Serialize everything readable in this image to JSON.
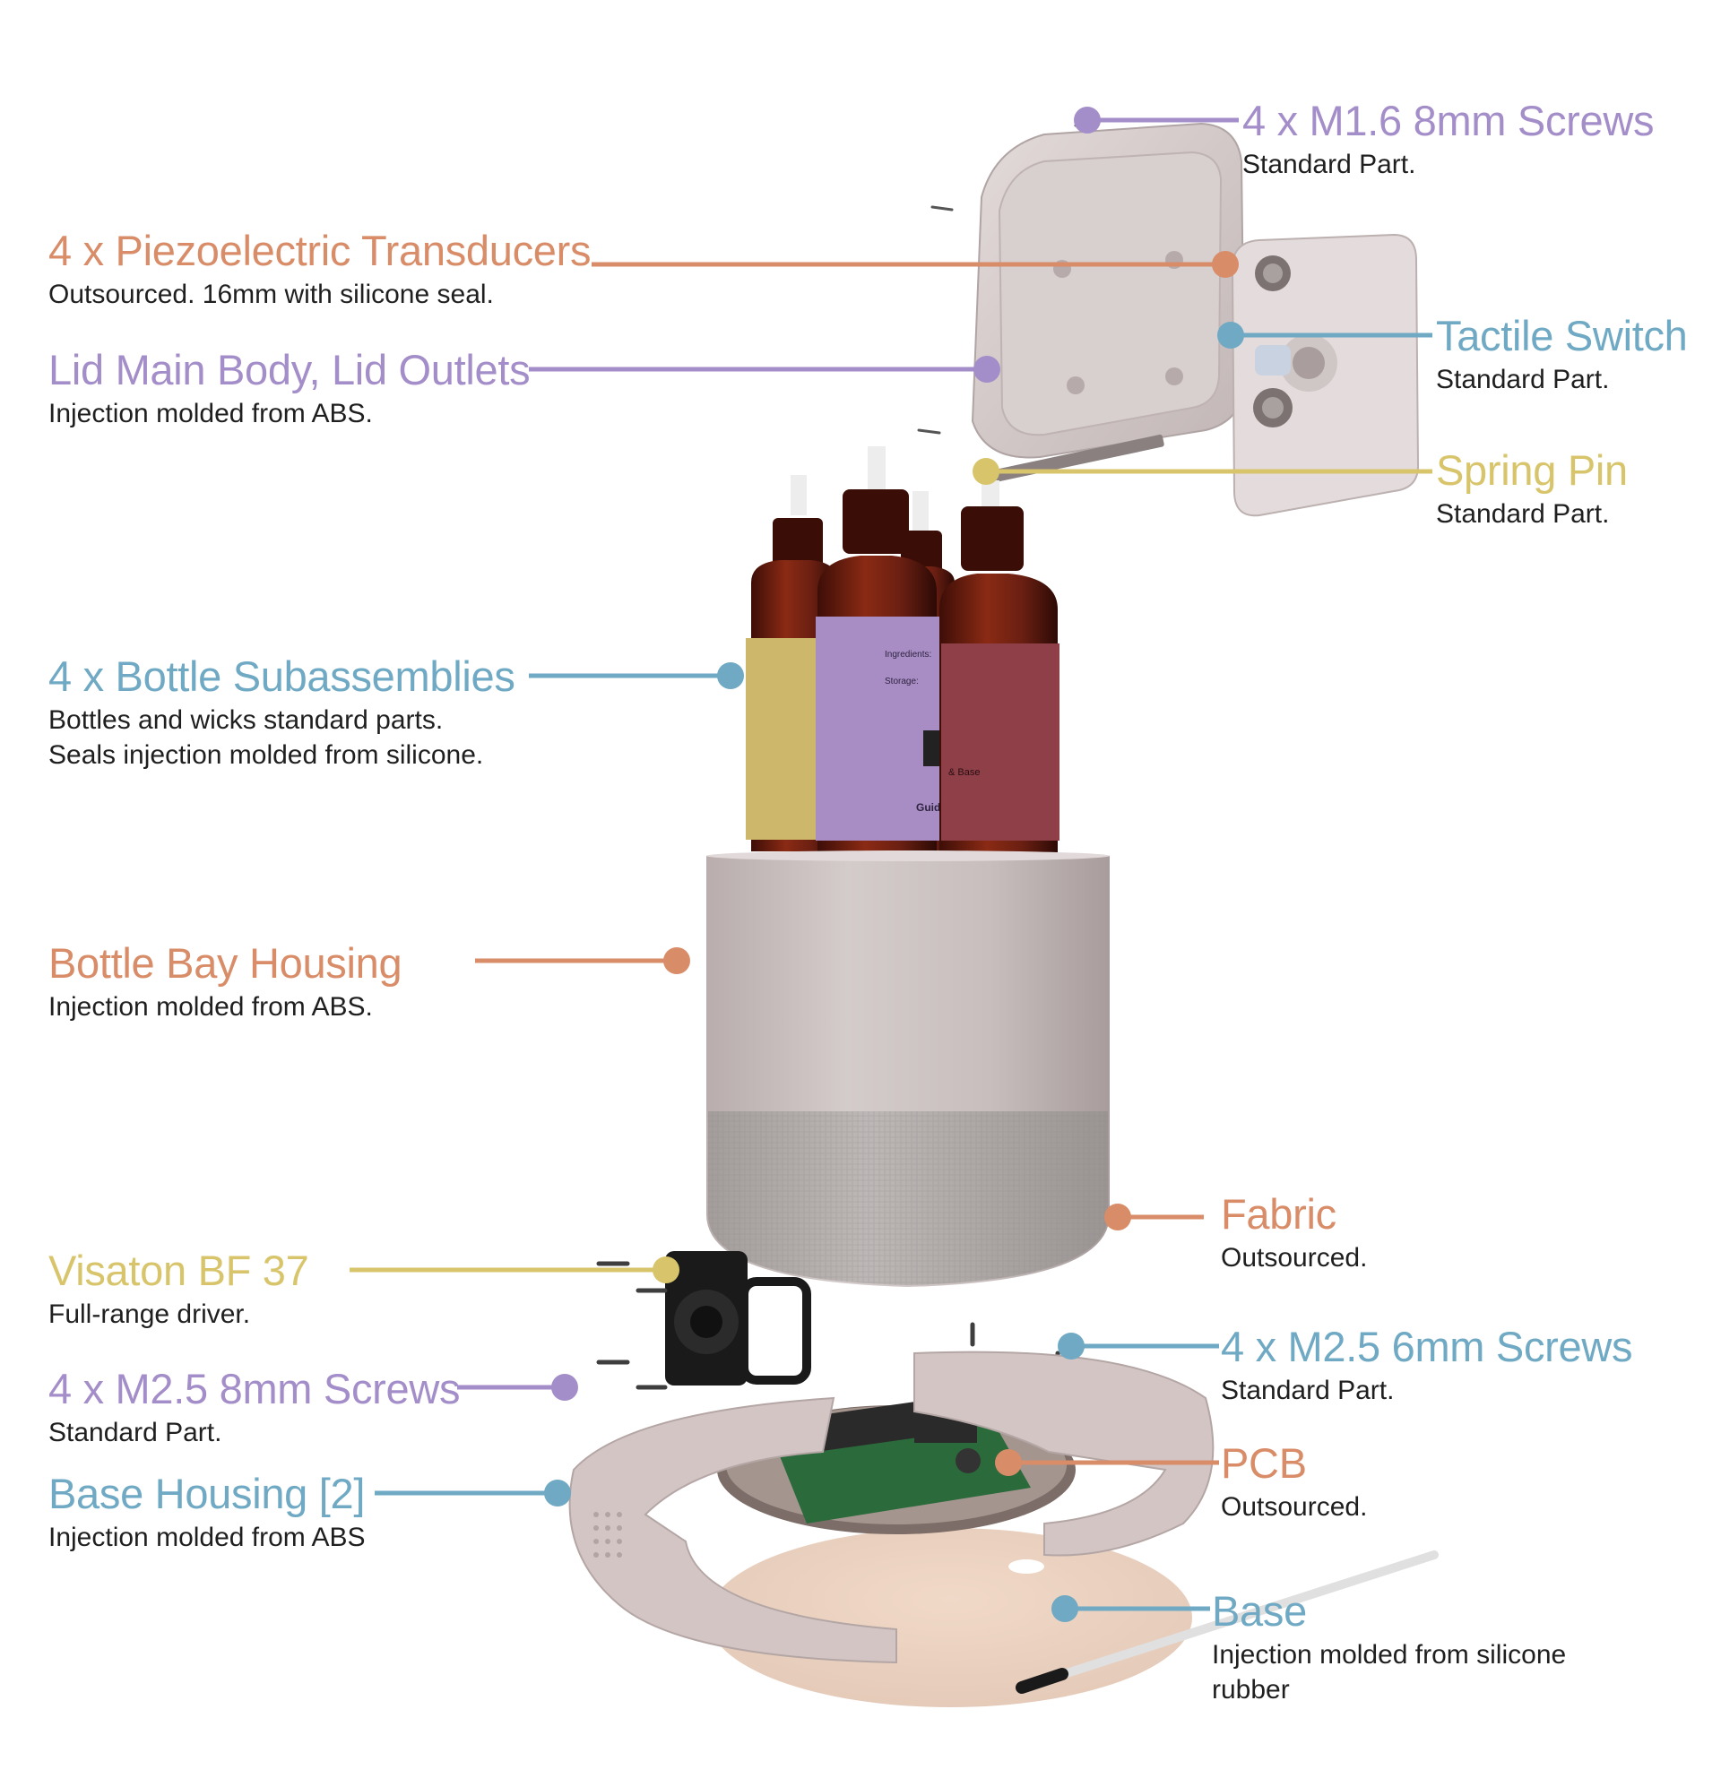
{
  "colors": {
    "purple": "#a48ec9",
    "orange": "#d98c68",
    "blue": "#6fa9c4",
    "yellow": "#d8c56b",
    "text_dark": "#1f1f1f",
    "housing": "#cbc0c0",
    "fabric": "#b5afae",
    "bottle_amber": "#6a1f12"
  },
  "callouts": {
    "m16_screws": {
      "title": "4 x M1.6 8mm Screws",
      "desc": "Standard Part.",
      "color": "purple"
    },
    "piezo": {
      "title": "4 x Piezoelectric Transducers",
      "desc": "Outsourced. 16mm with silicone seal.",
      "color": "orange"
    },
    "tactile_switch": {
      "title": "Tactile Switch",
      "desc": "Standard Part.",
      "color": "blue"
    },
    "lid_main_body": {
      "title": "Lid Main Body, Lid Outlets",
      "desc": "Injection molded from ABS.",
      "color": "purple"
    },
    "spring_pin": {
      "title": "Spring Pin",
      "desc": "Standard Part.",
      "color": "yellow"
    },
    "bottle_subassemblies": {
      "title": "4 x Bottle Subassemblies",
      "desc_line1": "Bottles and wicks standard parts.",
      "desc_line2": "Seals injection molded from silicone.",
      "color": "blue"
    },
    "bottle_bay_housing": {
      "title": "Bottle Bay Housing",
      "desc": "Injection molded from ABS.",
      "color": "orange"
    },
    "fabric": {
      "title": "Fabric",
      "desc": "Outsourced.",
      "color": "orange"
    },
    "visaton": {
      "title": "Visaton BF 37",
      "desc": "Full-range driver.",
      "color": "yellow"
    },
    "m25_6mm_screws": {
      "title": "4 x M2.5 6mm Screws",
      "desc": "Standard Part.",
      "color": "blue"
    },
    "m25_8mm_screws": {
      "title": "4 x M2.5 8mm Screws",
      "desc": "Standard Part.",
      "color": "purple"
    },
    "pcb": {
      "title": "PCB",
      "desc": "Outsourced.",
      "color": "orange"
    },
    "base_housing": {
      "title": "Base Housing [2]",
      "desc": "Injection molded from ABS",
      "color": "blue"
    },
    "base": {
      "title": "Base",
      "desc_line1": "Injection molded from silicone",
      "desc_line2": "rubber",
      "color": "blue"
    }
  },
  "bottle_labels": {
    "ingredients": "Ingredients:",
    "storage": "Storage:",
    "guide": "Guide",
    "base": "& Base"
  }
}
